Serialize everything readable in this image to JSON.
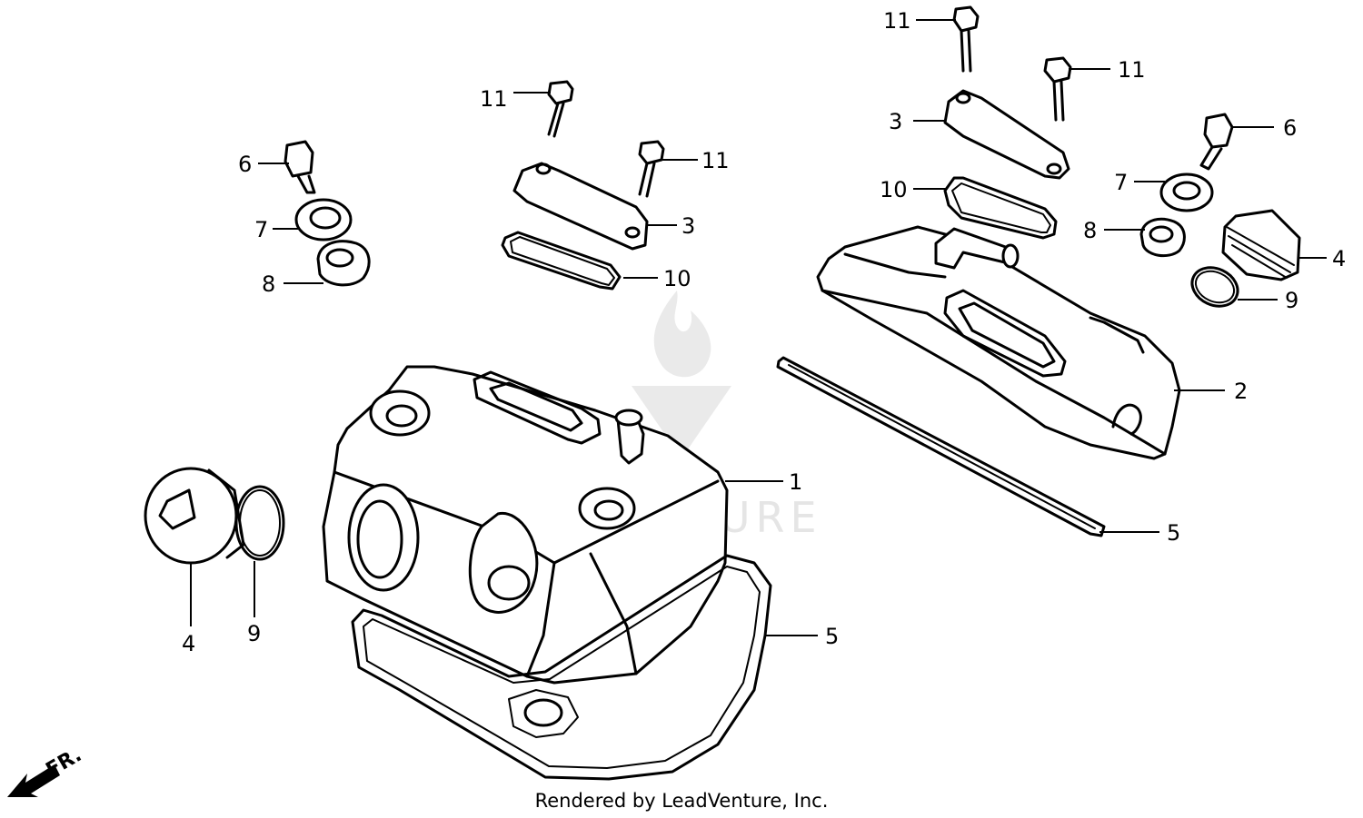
{
  "footer_text": "Rendered by LeadVenture, Inc.",
  "watermark_text": "LEADVENTURE",
  "direction_label": "FR.",
  "callouts": {
    "c1": "1",
    "c2": "2",
    "c3a": "3",
    "c3b": "3",
    "c4a": "4",
    "c4b": "4",
    "c5a": "5",
    "c5b": "5",
    "c6a": "6",
    "c6b": "6",
    "c7a": "7",
    "c7b": "7",
    "c8a": "8",
    "c8b": "8",
    "c9a": "9",
    "c9b": "9",
    "c10a": "10",
    "c10b": "10",
    "c11a": "11",
    "c11b": "11",
    "c11c": "11",
    "c11d": "11"
  }
}
